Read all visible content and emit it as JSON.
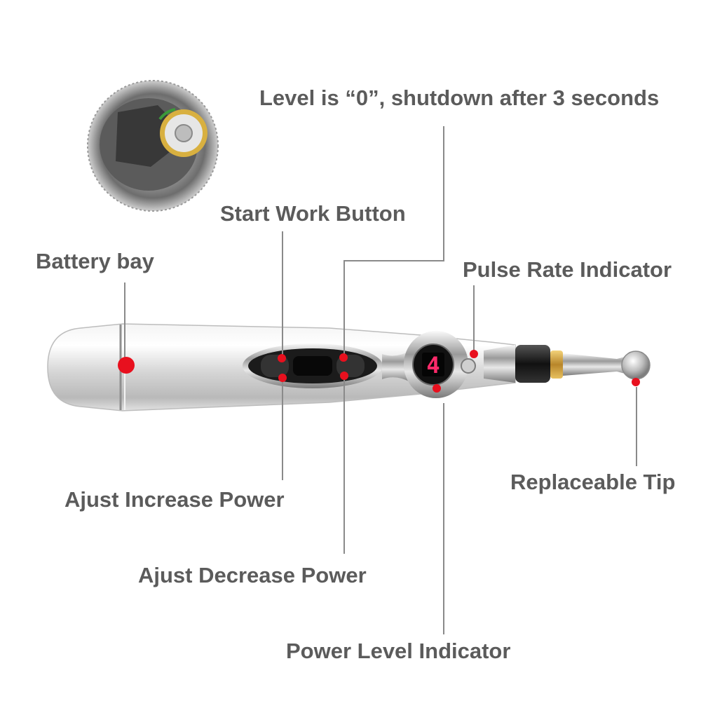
{
  "labels": {
    "level_zero": "Level is “0”, shutdown after 3 seconds",
    "start_work_button": "Start Work Button",
    "battery_bay": "Battery bay",
    "pulse_rate_indicator": "Pulse Rate Indicator",
    "replaceable_tip": "Replaceable Tip",
    "ajust_increase_power": "Ajust Increase Power",
    "ajust_decrease_power": "Ajust Decrease Power",
    "power_level_indicator": "Power Level Indicator"
  },
  "display_digit": "4",
  "colors": {
    "label_text": "#5b5b5b",
    "leader_line": "#8a8a8a",
    "marker_dot": "#e8101e",
    "display_digit": "#ff2a6a",
    "pen_body": "#d9d9d9",
    "control_panel": "#1a1a1a"
  }
}
